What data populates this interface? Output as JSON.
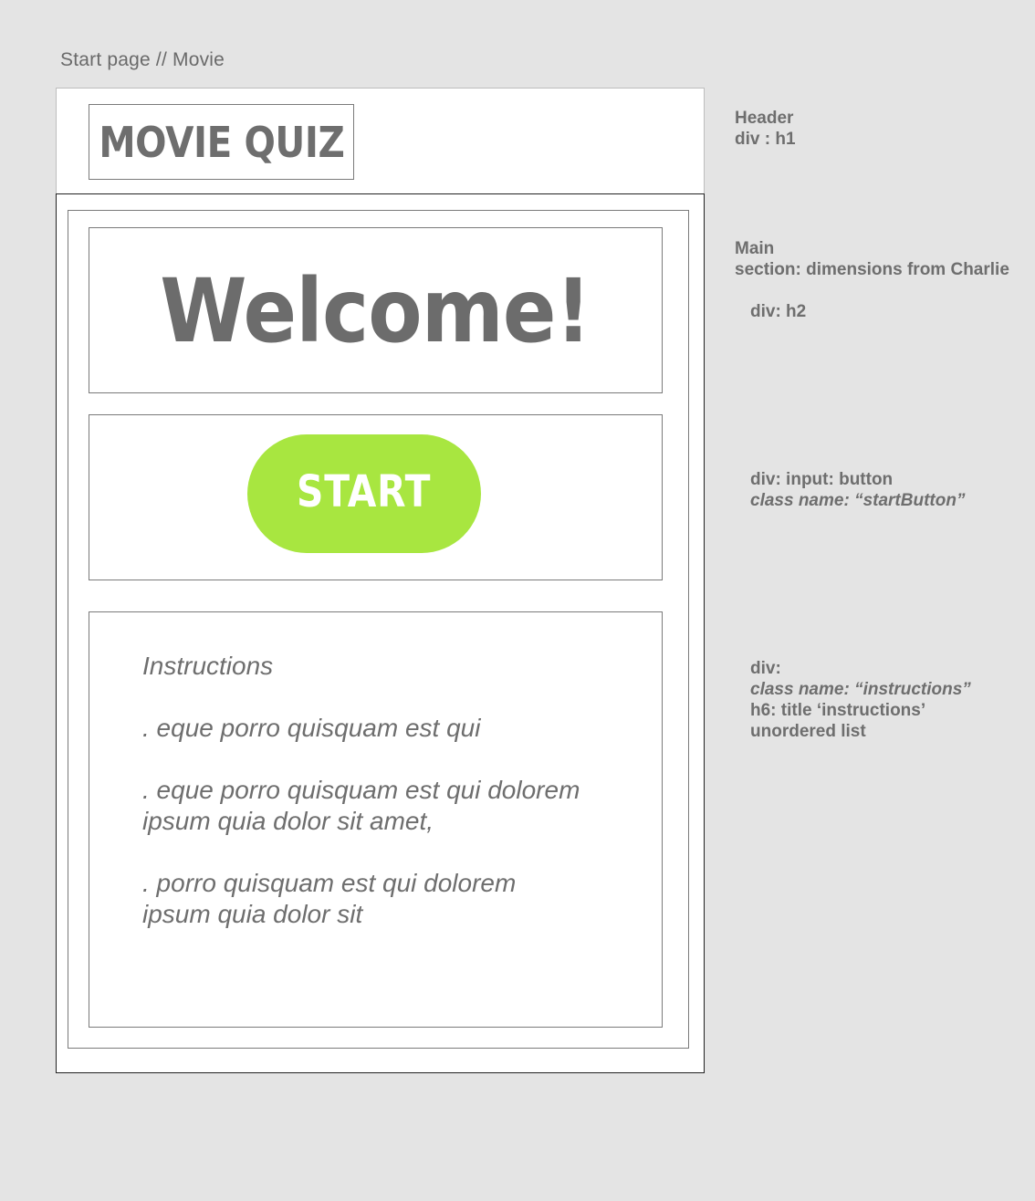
{
  "page_title": "Start page // Movie",
  "header": {
    "logo_text": "MOVIE QUIZ"
  },
  "main": {
    "welcome_heading": "Welcome!",
    "start_button_label": "START",
    "instructions": {
      "title": "Instructions",
      "items": [
        {
          "line1": ". eque porro quisquam est qui",
          "line2": ""
        },
        {
          "line1": ". eque porro quisquam est qui dolorem",
          "line2": "ipsum quia dolor sit amet,"
        },
        {
          "line1": ". porro quisquam est qui dolorem",
          "line2": "ipsum quia dolor sit"
        }
      ]
    }
  },
  "annotations": {
    "header": {
      "line1": "Header",
      "line2": "div : h1"
    },
    "main": {
      "line1": "Main",
      "line2": "section: dimensions from Charlie",
      "line3": "div: h2"
    },
    "button": {
      "line1": "div: input: button",
      "line2": "class name: “startButton”"
    },
    "instructions": {
      "line1": "div:",
      "line2": "class name: “instructions”",
      "line3": "h6: title ‘instructions’",
      "line4": "unordered list"
    }
  },
  "colors": {
    "canvas_bg": "#e4e4e4",
    "start_button_bg": "#a8e640",
    "text_gray": "#6e6e6e"
  }
}
